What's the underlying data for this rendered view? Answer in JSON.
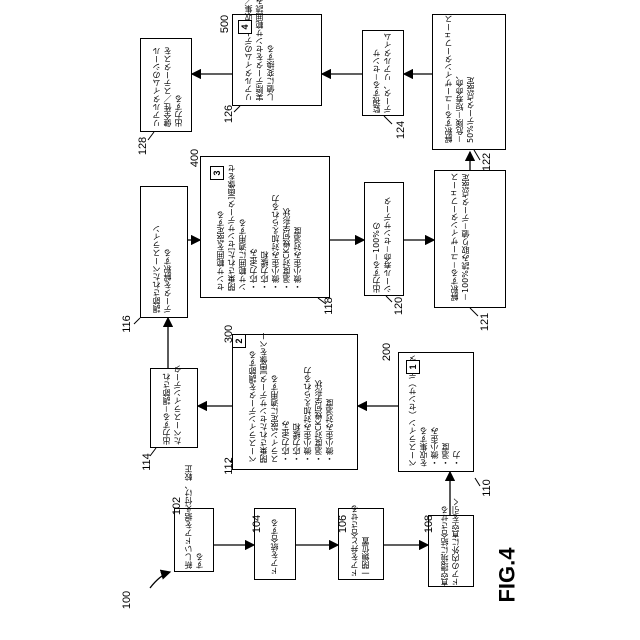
{
  "figure": {
    "label": "FIG.4",
    "ref": "100"
  },
  "steps": [
    {
      "id": "102",
      "ref": "102",
      "text": "新しいドアを据え付け、較正\nする"
    },
    {
      "id": "104",
      "ref": "104",
      "text": "ドアを統合する"
    },
    {
      "id": "106",
      "ref": "106",
      "text": "ドアを弁と合させる\n一閉鎖位置"
    },
    {
      "id": "108",
      "ref": "108",
      "text": "真空環境に結合させる\nドアの内外に真空を引く"
    },
    {
      "id": "110",
      "ref": "110",
      "badge": "1",
      "ref_badge": "200",
      "text": "ベースライン（センサ）データ\nを収集する\n・微小歪み\n・温度\n・力"
    },
    {
      "id": "112",
      "ref": "112",
      "badge": "2",
      "ref_badge": "300",
      "text": "ベースラインデータを調節する\n閉乗されたセンサデータ]画像をベー\nスライン設定に適用する\n・応力/歪み\n・応力緩和\n・微小歪み対加えられる力\n・温度対CK幾何学形状\n・微小歪み対温度"
    },
    {
      "id": "114",
      "ref": "114",
      "text": "出力する－調節され\nたベースラインデータ"
    },
    {
      "id": "116",
      "ref": "116",
      "text": "調節されたベースライン\nデータを解釈する"
    },
    {
      "id": "118",
      "ref": "118",
      "badge": "3",
      "ref_badge": "400",
      "text": "センサ範囲を設定する\n閉乗された]センサデータ]画像をセ\nンサ範囲に適用する\n・応力/歪み\n・応力緩和\n・微小歪み対加えられる力\n・温度対CK幾何学形状\n・微小歪み対温度"
    },
    {
      "id": "120",
      "ref": "120",
      "text": "出力する－100%の\nシール寿命－センサデータ"
    },
    {
      "id": "121",
      "ref": "121",
      "text": "解釈する－ユーザインターフェース\n－100%読み取り値－データ点設定"
    },
    {
      "id": "122",
      "ref": "122",
      "text": "解釈する－ユーザインターフェース\n－危険－短寿命命、\n50%データ点設定"
    },
    {
      "id": "124",
      "ref": "124",
      "text": "監視する－センサ\nデータ、リアルタイム"
    },
    {
      "id": "126",
      "ref": "126",
      "badge": "4",
      "ref_badge": "500",
      "text": "リアルタイムのデータ収集／変換\n実際データをセンサ範囲読み出\nし値に変換する"
    },
    {
      "id": "128",
      "ref": "128",
      "text": "リアルタイムのシール\n健全性／ステータスを\n出力する"
    }
  ]
}
